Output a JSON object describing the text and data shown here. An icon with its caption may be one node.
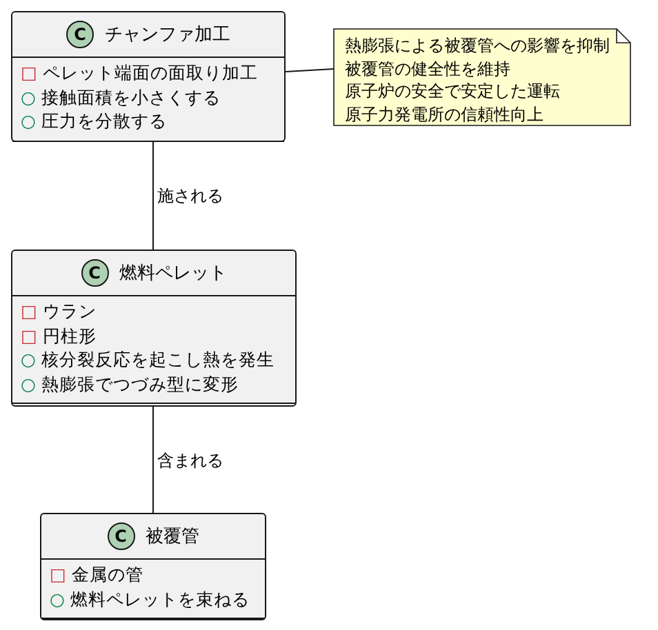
{
  "diagram": {
    "nodes": [
      {
        "text": [
          "C",
          "チャンファ加工",
          "□ ペレット端面の面取り加工",
          "○ 接触面積を小さくする",
          "○ 圧力を分散する"
        ]
      },
      {
        "text": [
          "C",
          "燃料ペレット",
          "□ ウラン",
          "□ 円柱形",
          "○ 核分裂反応を起こし熱を発生",
          "○ 熱膨張でつづみ型に変形"
        ]
      },
      {
        "text": [
          "C",
          "被覆管",
          "□ 金属の管",
          "○ 燃料ペレットを束ねる"
        ]
      },
      {
        "text": [
          "熱膨張による被覆管への影響を抑制",
          "被覆管の健全性を維持",
          "原子炉の安全で安定した運転",
          "原子力発電所の信頼性向上"
        ]
      }
    ],
    "edges": [
      {
        "from": 0,
        "to": 1,
        "arrow": "none",
        "label": "施される"
      },
      {
        "from": 1,
        "to": 2,
        "arrow": "none",
        "label": "含まれる"
      },
      {
        "from": 3,
        "to": 0,
        "arrow": "none"
      }
    ]
  }
}
